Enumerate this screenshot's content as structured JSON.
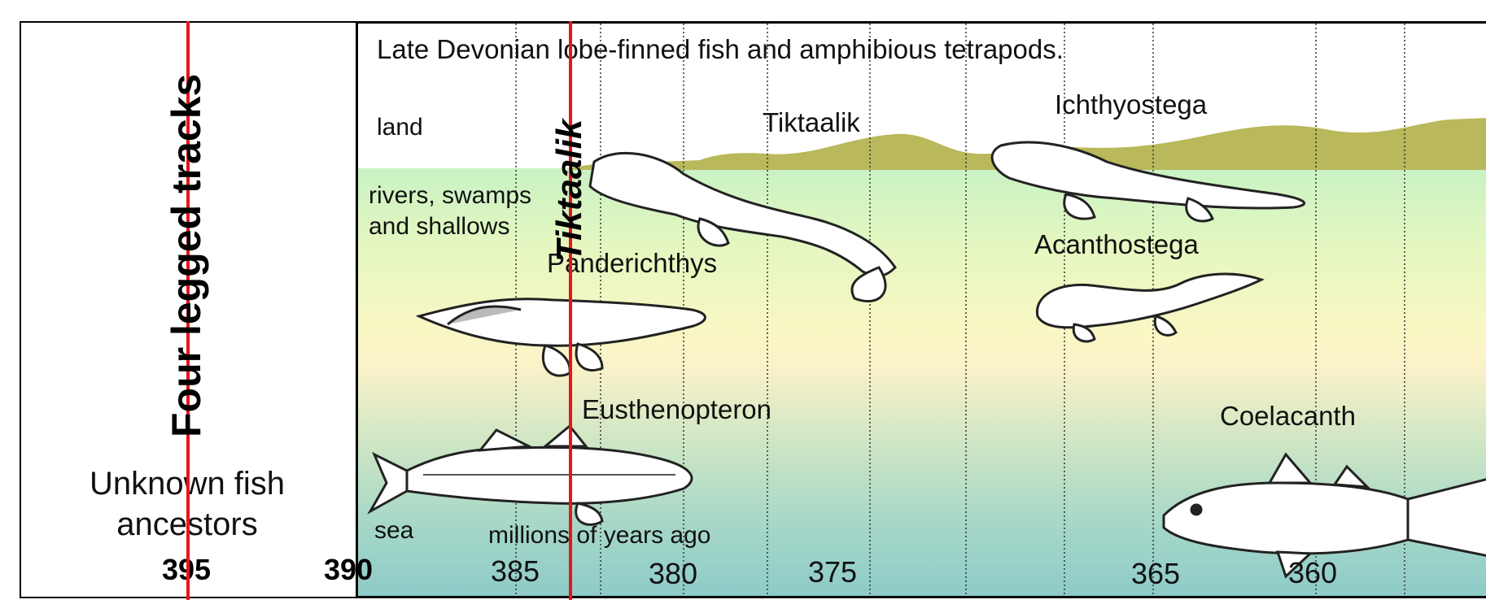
{
  "panel": {
    "title": "Late Devonian lobe-finned fish and amphibious tetrapods.",
    "zones": {
      "land": "land",
      "rivers": "rivers, swamps and shallows",
      "sea": "sea"
    },
    "species": [
      "Tiktaalik",
      "Ichthyostega",
      "Acanthostega",
      "Panderichthys",
      "Eusthenopteron",
      "Coelacanth"
    ]
  },
  "left_panel": {
    "ancestors_label": "Unknown fish ancestors"
  },
  "axis": {
    "unit_label": "millions of years ago",
    "ticks_bold": [
      "395",
      "390"
    ],
    "ticks": [
      "385",
      "380",
      "375",
      "365",
      "360"
    ]
  },
  "markers": [
    {
      "label": "Four legged tracks",
      "color": "#e8141c"
    },
    {
      "label": "Tiktaalik",
      "color": "#e8141c"
    }
  ],
  "colors": {
    "marker": "#e8141c",
    "land": "#b9b85a",
    "water_top": "#c9f2c4",
    "water_bottom": "#8ecbc8"
  }
}
